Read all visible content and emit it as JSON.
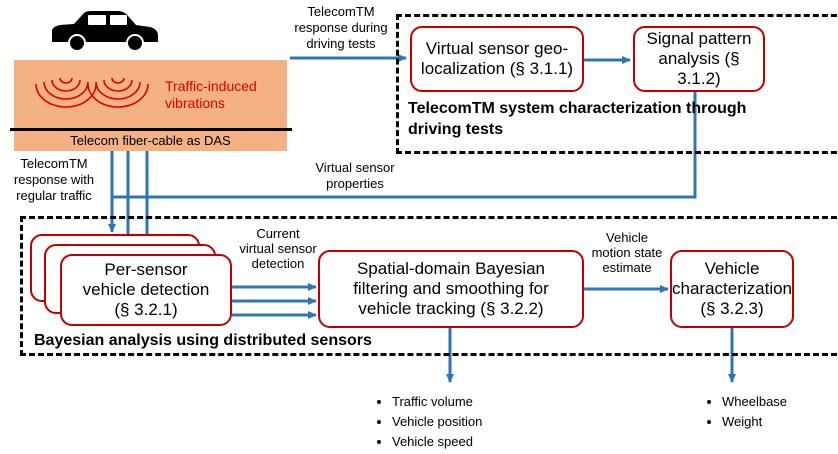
{
  "top": {
    "arrow_label": "TelecomTM\nresponse during\ndriving tests",
    "vibration_label": "Traffic-induced\nvibrations",
    "cable_label": "Telecom fiber-cable as DAS",
    "geo_box": "Virtual sensor geo-\nlocalization (§ 3.1.1)",
    "pattern_box": "Signal pattern\nanalysis (§ 3.1.2)",
    "section_title": "TelecomTM system characterization through\ndriving tests"
  },
  "middle": {
    "regular_label": "TelecomTM\nresponse with\nregular traffic",
    "props_label": "Virtual sensor\nproperties"
  },
  "bottom": {
    "detection_box": "Per-sensor\nvehicle detection\n(§ 3.2.1)",
    "current_label": "Current\nvirtual sensor\ndetection",
    "bayes_box": "Spatial-domain Bayesian\nfiltering and smoothing for\nvehicle tracking (§ 3.2.2)",
    "motion_label": "Vehicle\nmotion state\nestimate",
    "char_box": "Vehicle\ncharacterization\n(§ 3.2.3)",
    "section_title": "Bayesian analysis using distributed sensors",
    "outputs_tracking": [
      "Traffic volume",
      "Vehicle position",
      "Vehicle speed"
    ],
    "outputs_char": [
      "Wheelbase",
      "Weight"
    ]
  },
  "colors": {
    "box_border": "#c00000",
    "arrow": "#2e75b6",
    "ground": "#f4b183",
    "vibration": "#e00000"
  },
  "icons": {
    "car": "car-icon"
  }
}
